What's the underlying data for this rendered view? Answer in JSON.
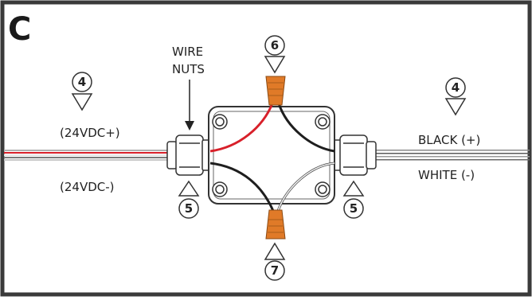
{
  "panel_letter": "C",
  "labels": {
    "wire_nuts_line1": "WIRE",
    "wire_nuts_line2": "NUTS",
    "left_positive": "(24VDC+)",
    "left_negative": "(24VDC-)",
    "right_positive": "BLACK (+)",
    "right_negative": "WHITE (-)"
  },
  "callouts": {
    "left_wire": "4",
    "right_wire": "4",
    "left_gland": "5",
    "right_gland": "5",
    "top_nut": "6",
    "bottom_nut": "7"
  },
  "colors": {
    "frame": "#3a3a3a",
    "red_wire": "#d8202a",
    "black_wire": "#1e1e1e",
    "white_wire": "#cfcfcf",
    "wire_nut": "#e07a28"
  }
}
